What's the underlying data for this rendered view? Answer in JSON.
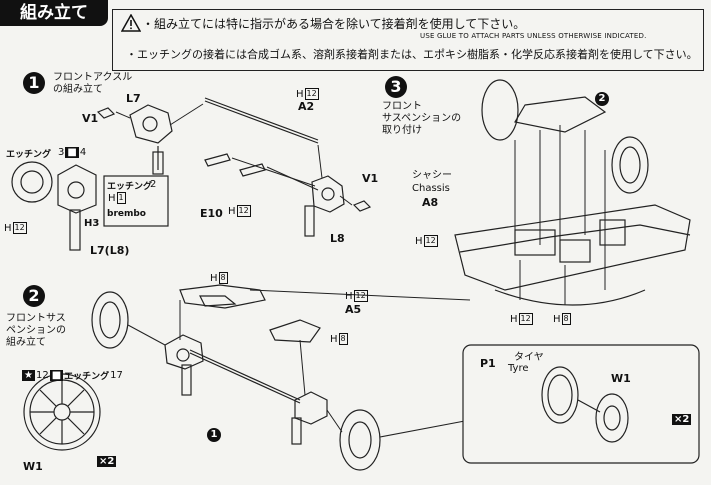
{
  "header": {
    "title": "組み立て",
    "notice_line1": "・組み立てには特に指示がある場合を除いて接着剤を使用して下さい。",
    "notice_line1_en": "USE GLUE TO ATTACH PARTS UNLESS OTHERWISE INDICATED.",
    "notice_line2": "・エッチングの接着には合成ゴム系、溶剤系接着剤または、エポキシ樹脂系・化学反応系接着剤を使用して下さい。"
  },
  "step1": {
    "number": "1",
    "title_line1": "フロントアクスル",
    "title_line2": "の組み立て",
    "etching_label": "エッチング",
    "etching_no": "3",
    "etching_no_b": "4",
    "etching2_label": "エッチング",
    "etching2_no": "2",
    "h1": "H",
    "h1_no": "1",
    "brand": "brembo",
    "parts": {
      "l7": "L7",
      "v1a": "V1",
      "a2": "A2",
      "h12a": "H",
      "h12a_no": "12",
      "h12b": "H",
      "h12b_no": "12",
      "h3": "H3",
      "e10": "E10",
      "e10_h": "H",
      "e10_no": "12",
      "v1b": "V1",
      "l8": "L8",
      "l7l8": "L7(L8)"
    }
  },
  "step2": {
    "number": "2",
    "title_line1": "フロントサス",
    "title_line2": "ペンションの",
    "title_line3": "組み立て",
    "etching_label": "エッチング",
    "etching_no": "17",
    "etching_a": "12",
    "wheel_label": "W1",
    "x2": "×2",
    "parts": {
      "h8a": "H",
      "h8a_no": "8",
      "h12": "H",
      "h12_no": "12",
      "a5": "A5",
      "h8b": "H",
      "h8b_no": "8",
      "ref1": "1"
    }
  },
  "step3": {
    "number": "3",
    "title_line1": "フロント",
    "title_line2": "サスペンションの",
    "title_line3": "取り付け",
    "chassis_jp": "シャシー",
    "chassis_en": "Chassis",
    "chassis_part": "A8",
    "ref2": "2",
    "parts": {
      "h12a": "H",
      "h12a_no": "12",
      "h12b": "H",
      "h12b_no": "12",
      "h8": "H",
      "h8_no": "8"
    }
  },
  "tire": {
    "p1": "P1",
    "tyre_jp": "タイヤ",
    "tyre_en": "Tyre",
    "w1": "W1",
    "x2": "×2"
  }
}
